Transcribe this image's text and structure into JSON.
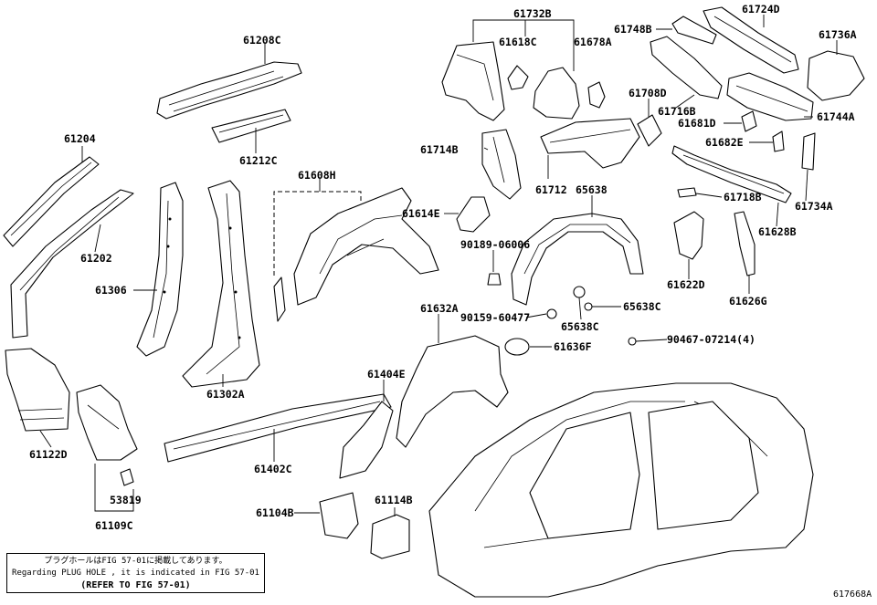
{
  "figure_id": "617668A",
  "note": {
    "line_ja": "プラグホールはFIG 57-01に掲載してあります。",
    "line_en": "Regarding PLUG HOLE , it is indicated in FIG 57-01",
    "line_ref": "(REFER TO FIG 57-01)"
  },
  "labels": {
    "p61208C": "61208C",
    "p61212C": "61212C",
    "p61204": "61204",
    "p61202": "61202",
    "p61306": "61306",
    "p61302A": "61302A",
    "p61608H": "61608H",
    "p61614E": "61614E",
    "p61732B": "61732B",
    "p61618C": "61618C",
    "p61678A": "61678A",
    "p61748B": "61748B",
    "p61724D": "61724D",
    "p61736A": "61736A",
    "p61708D": "61708D",
    "p61716B": "61716B",
    "p61681D": "61681D",
    "p61744A": "61744A",
    "p61682E": "61682E",
    "p61714B": "61714B",
    "p61712": "61712",
    "p65638": "65638",
    "p61718B": "61718B",
    "p61734A": "61734A",
    "p61628B": "61628B",
    "p90189": "90189-06006",
    "p61622D": "61622D",
    "p61626G": "61626G",
    "p90159": "90159-60477",
    "p65638C_a": "65638C",
    "p65638C_b": "65638C",
    "p90467": "90467-07214(4)",
    "p61632A": "61632A",
    "p61636F": "61636F",
    "p61404E": "61404E",
    "p61122D": "61122D",
    "p61402C": "61402C",
    "p53819": "53819",
    "p61109C": "61109C",
    "p61104B": "61104B",
    "p61114B": "61114B"
  }
}
